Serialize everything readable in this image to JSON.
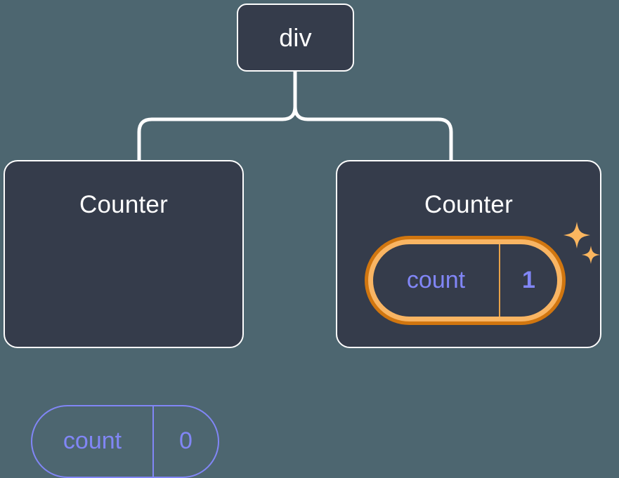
{
  "diagram": {
    "type": "component-tree",
    "background_color": "#4d6670",
    "node_fill_color": "#353c4b",
    "node_border_color": "#fdfdfd",
    "state_color": "#8186f6",
    "highlight_outer_color": "#d1760f",
    "highlight_inner_color": "#f9b563",
    "sparkle_color": "#fbb65f",
    "connector_color": "#ffffff"
  },
  "root": {
    "label": "div"
  },
  "children": [
    {
      "title": "Counter",
      "state": {
        "key": "count",
        "value": "0"
      },
      "highlighted": false
    },
    {
      "title": "Counter",
      "state": {
        "key": "count",
        "value": "1"
      },
      "highlighted": true
    }
  ],
  "icons": {
    "sparkle_large": "sparkle-icon",
    "sparkle_small": "sparkle-icon"
  }
}
